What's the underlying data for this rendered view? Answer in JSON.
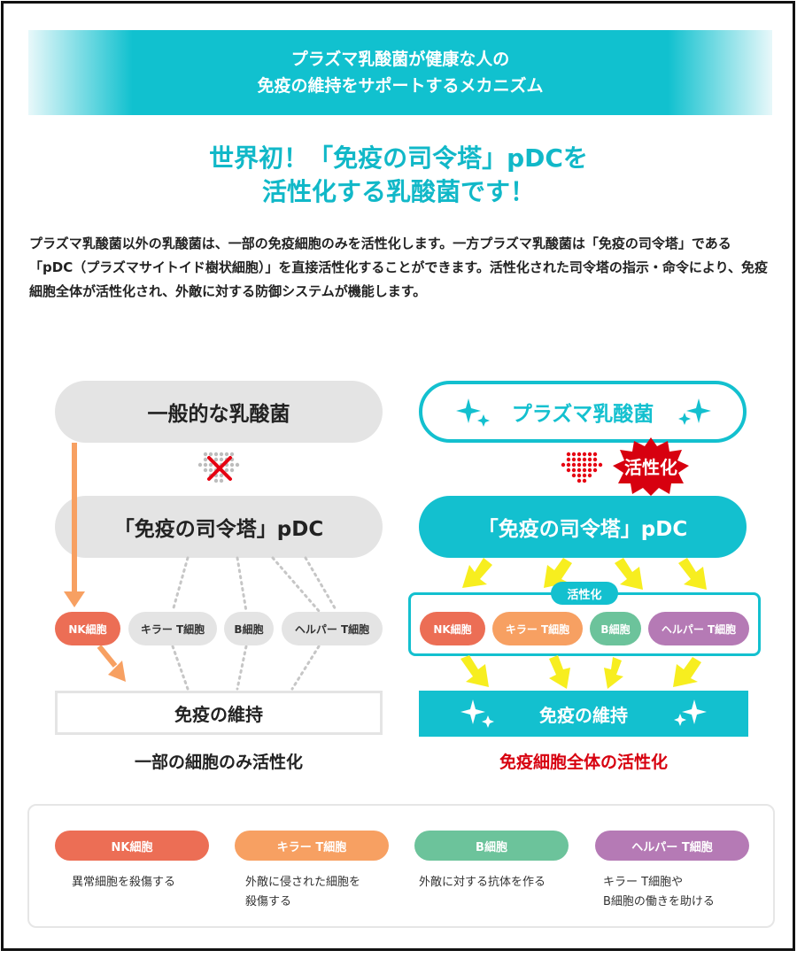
{
  "banner": {
    "line1": "プラズマ乳酸菌が健康な人の",
    "line2": "免疫の維持をサポートするメカニズム"
  },
  "headline": {
    "line1": "世界初！「免疫の司令塔」pDCを",
    "line2": "活性化する乳酸菌です！"
  },
  "intro": "プラズマ乳酸菌以外の乳酸菌は、一部の免疫細胞のみを活性化します。一方プラズマ乳酸菌は「免疫の司令塔」である「pDC（プラズマサイトイド樹状細胞）」を直接活性化することができます。活性化された司令塔の指示・命令により、免疫細胞全体が活性化され、外敵に対する防御システムが機能します。",
  "left": {
    "bacteria": "一般的な乳酸菌",
    "pdc": "「免疫の司令塔」pDC",
    "cells": [
      "NK細胞",
      "キラー T細胞",
      "B細胞",
      "ヘルパー T細胞"
    ],
    "result": "免疫の維持",
    "caption": "一部の細胞のみ活性化"
  },
  "right": {
    "bacteria": "プラズマ乳酸菌",
    "badge": "活性化",
    "pdc": "「免疫の司令塔」pDC",
    "group_label": "活性化",
    "cells": [
      "NK細胞",
      "キラー T細胞",
      "B細胞",
      "ヘルパー T細胞"
    ],
    "result": "免疫の維持",
    "caption": "免疫細胞全体の活性化"
  },
  "legend": [
    {
      "name": "NK細胞",
      "desc1": "異常細胞を殺傷する",
      "desc2": "",
      "color": "#ec6e55"
    },
    {
      "name": "キラー T細胞",
      "desc1": "外敵に侵された細胞を",
      "desc2": "殺傷する",
      "color": "#f7a062"
    },
    {
      "name": "B細胞",
      "desc1": "外敵に対する抗体を作る",
      "desc2": "",
      "color": "#6cc39b"
    },
    {
      "name": "ヘルパー T細胞",
      "desc1": "キラー T細胞や",
      "desc2": "B細胞の働きを助ける",
      "color": "#b57ab5"
    }
  ],
  "colors": {
    "cyan": "#13c0cf",
    "orange": "#f7a062",
    "red": "#e60012",
    "yellow": "#f7ee1f",
    "caption_red": "#d7000f"
  }
}
